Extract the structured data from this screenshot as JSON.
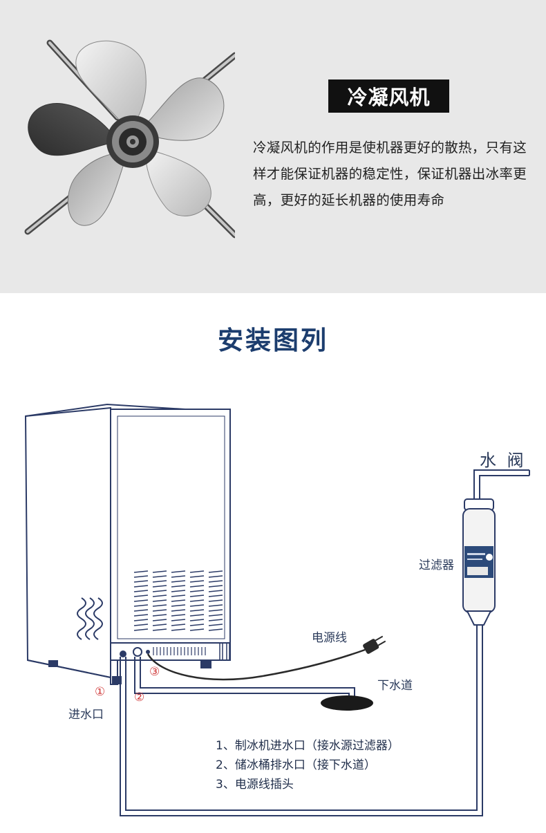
{
  "fan_section": {
    "title": "冷凝风机",
    "description": "冷凝风机的作用是使机器更好的散热，只有这样才能保证机器的稳定性，保证机器出冰率更高，更好的延长机器的使用寿命"
  },
  "install_section": {
    "title": "安装图列",
    "labels": {
      "valve": "水 阀",
      "filter": "过滤器",
      "power_cord": "电源线",
      "drain": "下水道",
      "inlet": "进水口"
    },
    "markers": [
      "①",
      "②",
      "③"
    ],
    "legend": [
      "1、制冰机进水口（接水源过滤器）",
      "2、储冰桶排水口（接下水道）",
      "3、电源线插头"
    ]
  }
}
